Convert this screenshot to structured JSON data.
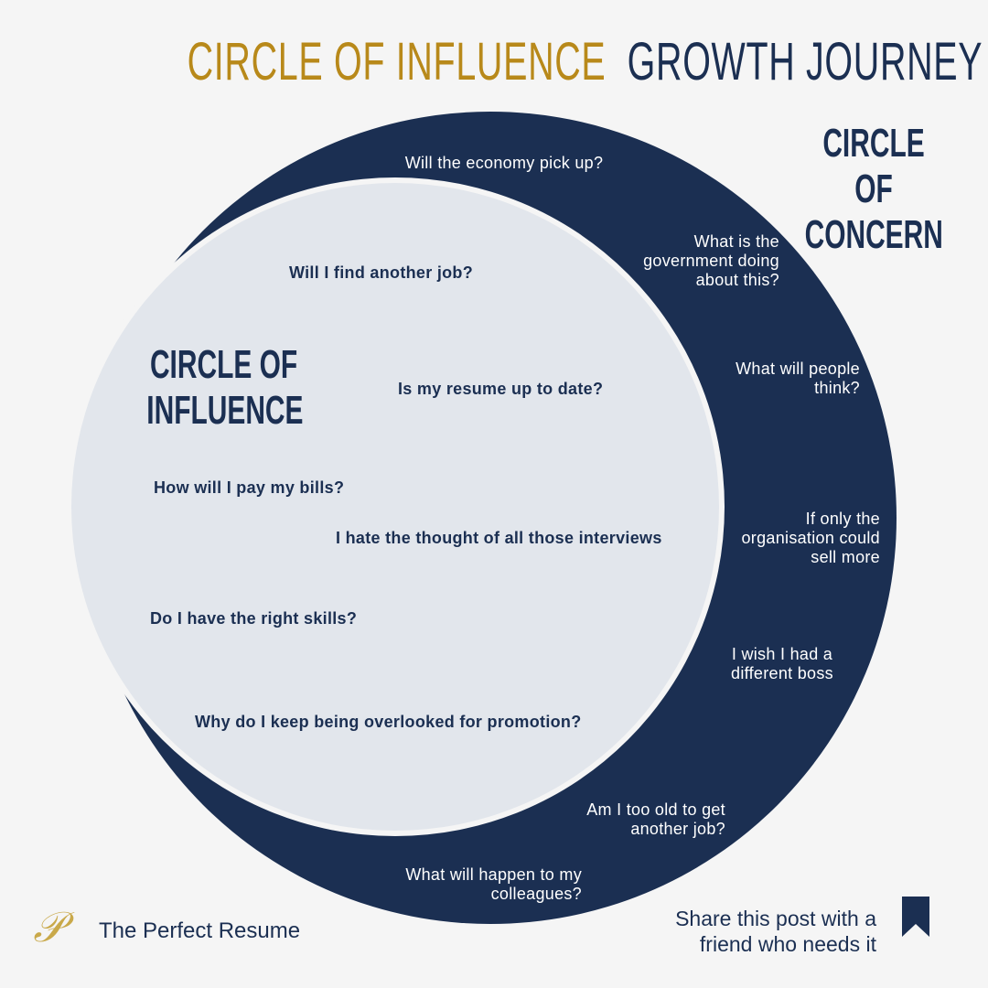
{
  "title": {
    "part1": "CIRCLE OF INFLUENCE",
    "part2": "GROWTH JOURNEY",
    "color1": "#b8891a",
    "color2": "#1b2f52"
  },
  "concern": {
    "heading_line1": "CIRCLE OF",
    "heading_line2": "CONCERN",
    "items": [
      "Will the economy pick up?",
      "What is the government doing about this?",
      "What will people think?",
      "If only the organisation could sell more",
      "I wish I had a different boss",
      "Am I too old to get another job?",
      "What will happen to my colleagues?"
    ]
  },
  "influence": {
    "heading_line1": "CIRCLE OF",
    "heading_line2": "INFLUENCE",
    "items": [
      "Will I find another job?",
      "Is my resume up to date?",
      "How will I pay my bills?",
      "I hate the thought of all those interviews",
      "Do I have the right skills?",
      "Why do I keep being overlooked for promotion?"
    ]
  },
  "footer": {
    "brand": "The Perfect Resume",
    "logo_letter": "P",
    "share": "Share this post with a friend who needs it"
  }
}
